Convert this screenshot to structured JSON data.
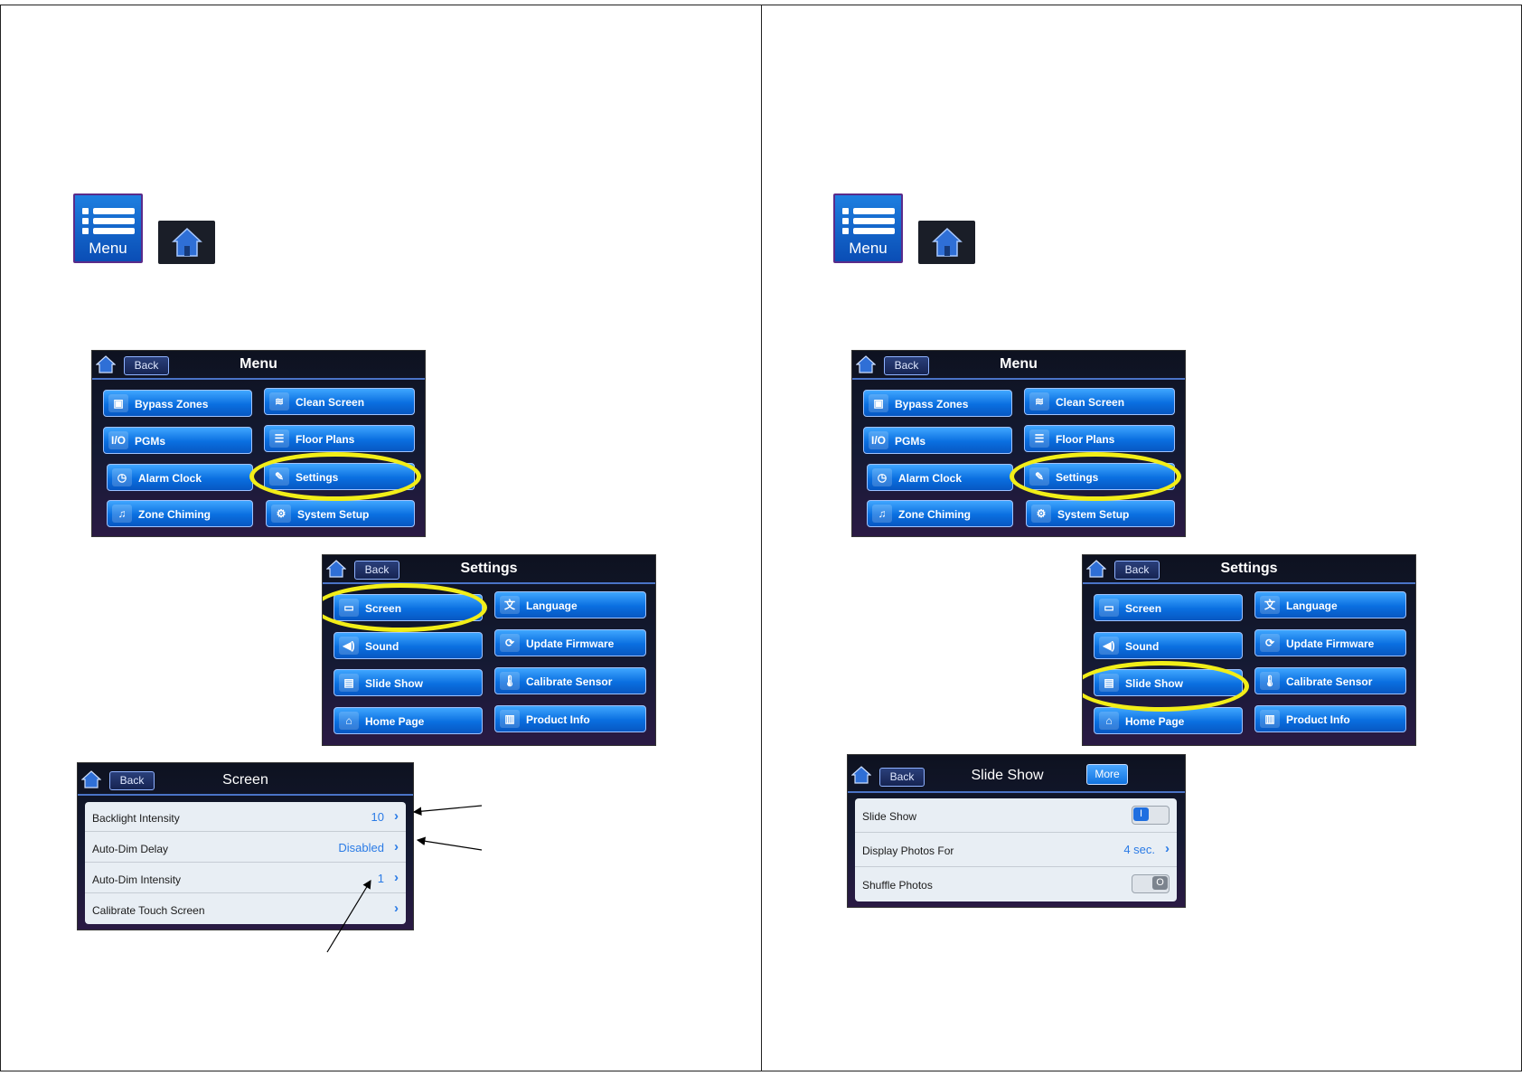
{
  "icons": {
    "menu_label": "Menu"
  },
  "menu_screen": {
    "back": "Back",
    "title": "Menu",
    "items": [
      "Bypass Zones",
      "Clean Screen",
      "PGMs",
      "Floor Plans",
      "Alarm Clock",
      "Settings",
      "Zone Chiming",
      "System Setup"
    ]
  },
  "settings_screen": {
    "back": "Back",
    "title": "Settings",
    "items": [
      "Screen",
      "Language",
      "Sound",
      "Update Firmware",
      "Slide Show",
      "Calibrate Sensor",
      "Home Page",
      "Product Info"
    ]
  },
  "screen_screen": {
    "back": "Back",
    "title": "Screen",
    "rows": [
      {
        "label": "Backlight Intensity",
        "value": "10"
      },
      {
        "label": "Auto-Dim Delay",
        "value": "Disabled"
      },
      {
        "label": "Auto-Dim Intensity",
        "value": "1"
      },
      {
        "label": "Calibrate Touch Screen",
        "value": ""
      }
    ]
  },
  "slideshow_screen": {
    "back": "Back",
    "title": "Slide Show",
    "more": "More",
    "rows": [
      {
        "label": "Slide Show",
        "control": "toggle-on",
        "value": "I"
      },
      {
        "label": "Display Photos For",
        "control": "value",
        "value": "4 sec."
      },
      {
        "label": "Shuffle Photos",
        "control": "toggle-off",
        "value": "O"
      }
    ]
  },
  "colors": {
    "highlight": "#f2ee18",
    "tile_blue": "#0a6fe0",
    "value_blue": "#2a7be6"
  }
}
